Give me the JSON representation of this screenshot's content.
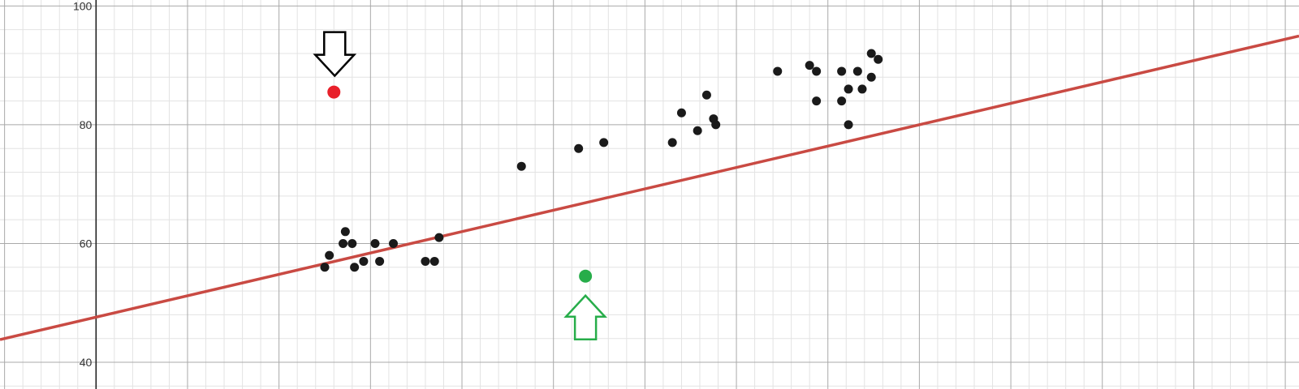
{
  "chart_data": {
    "type": "scatter",
    "title": "",
    "xlabel": "",
    "ylabel": "",
    "grid": true,
    "xlim": [
      -2.1,
      26.3
    ],
    "ylim": [
      35.5,
      101
    ],
    "y_ticks": [
      {
        "value": 40,
        "label": "40"
      },
      {
        "value": 60,
        "label": "60"
      },
      {
        "value": 80,
        "label": "80"
      },
      {
        "value": 100,
        "label": "100"
      }
    ],
    "x_major_step": 2,
    "y_major_step": 20,
    "minor_per_major": 5,
    "series": [
      {
        "color": "#1a1a1a",
        "points": [
          [
            5.0,
            56
          ],
          [
            5.1,
            58
          ],
          [
            5.4,
            60
          ],
          [
            5.45,
            62
          ],
          [
            5.6,
            60
          ],
          [
            5.65,
            56
          ],
          [
            5.85,
            57
          ],
          [
            6.1,
            60
          ],
          [
            6.2,
            57
          ],
          [
            6.5,
            60
          ],
          [
            7.2,
            57
          ],
          [
            7.4,
            57
          ],
          [
            7.5,
            61
          ],
          [
            9.3,
            73
          ],
          [
            10.55,
            76
          ],
          [
            11.1,
            77
          ],
          [
            12.6,
            77
          ],
          [
            12.8,
            82
          ],
          [
            13.15,
            79
          ],
          [
            13.35,
            85
          ],
          [
            13.5,
            81
          ],
          [
            13.55,
            80
          ],
          [
            14.9,
            89
          ],
          [
            15.6,
            90
          ],
          [
            15.75,
            89
          ],
          [
            15.75,
            84
          ],
          [
            16.3,
            89
          ],
          [
            16.3,
            84
          ],
          [
            16.45,
            86
          ],
          [
            16.45,
            80
          ],
          [
            16.65,
            89
          ],
          [
            16.75,
            86
          ],
          [
            16.95,
            88
          ],
          [
            16.95,
            92
          ],
          [
            17.1,
            91
          ]
        ]
      }
    ],
    "highlighted_points": [
      {
        "x": 5.2,
        "y": 85.5,
        "color": "#e8202a"
      },
      {
        "x": 10.7,
        "y": 54.5,
        "color": "#27ad4a"
      }
    ],
    "fit_line": {
      "slope": 1.8,
      "intercept": 47.6,
      "color": "#c94a43"
    },
    "annotations": [
      {
        "type": "arrow-down",
        "target": "red-point",
        "color": "#000000"
      },
      {
        "type": "arrow-up",
        "target": "green-point",
        "color": "#27ad4a"
      }
    ]
  }
}
